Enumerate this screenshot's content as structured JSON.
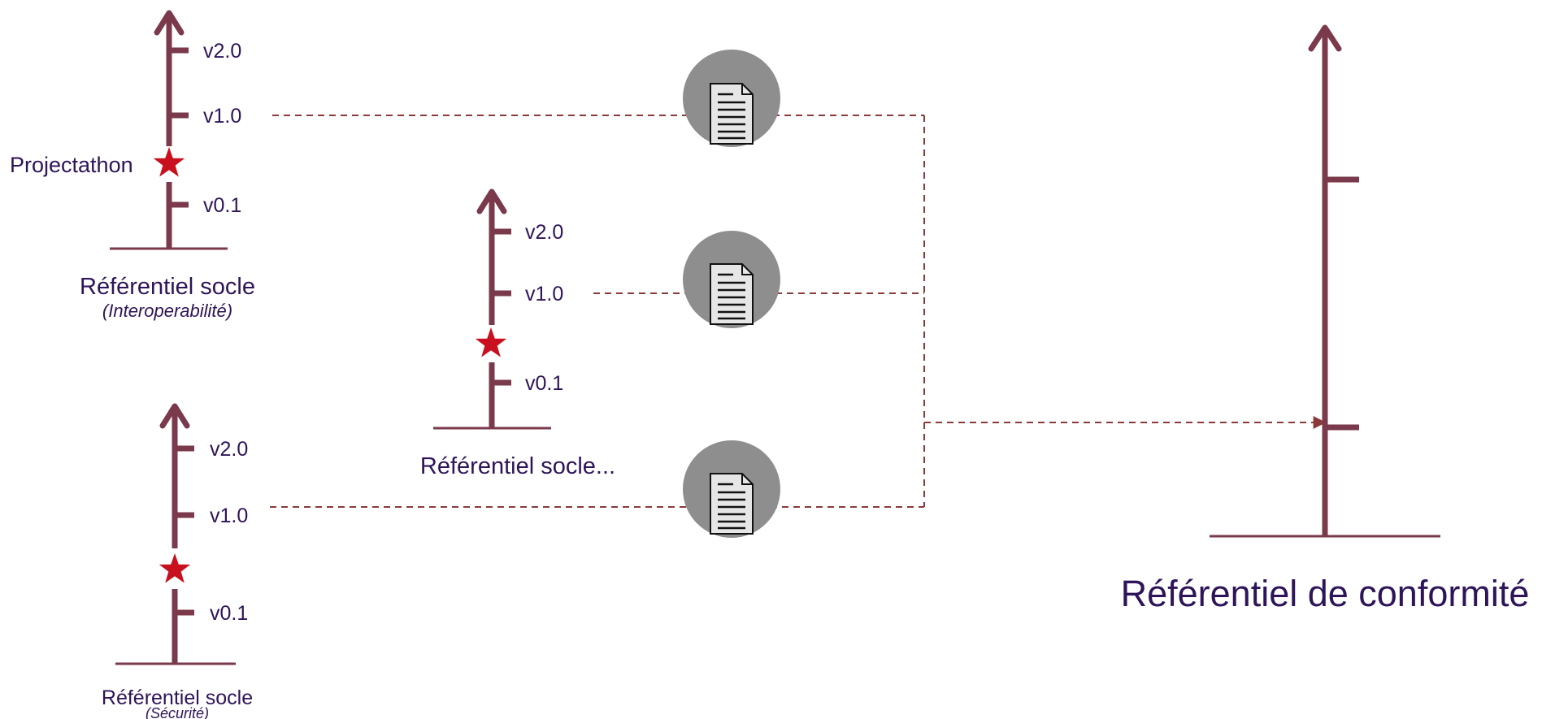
{
  "colors": {
    "axis": "#7a3a4b",
    "connector": "#8b3a3a",
    "star": "#c8101e",
    "text": "#2e1458",
    "doc_circle": "#8e8e8e"
  },
  "icons": {
    "star": "star-icon",
    "document": "document-icon",
    "arrow": "arrow-up-icon"
  },
  "timelines": [
    {
      "name": "interop",
      "versions": [
        "v2.0",
        "v1.0",
        "v0.1"
      ],
      "star_label": "Projectathon",
      "title": "Référentiel socle",
      "subtitle": "(Interoperabilité)"
    },
    {
      "name": "generic",
      "versions": [
        "v2.0",
        "v1.0",
        "v0.1"
      ],
      "star_label": "",
      "title": "Référentiel socle...",
      "subtitle": ""
    },
    {
      "name": "security",
      "versions": [
        "v2.0",
        "v1.0",
        "v0.1"
      ],
      "star_label": "",
      "title": "Référentiel socle",
      "subtitle": "(Sécurité)"
    }
  ],
  "target": {
    "title": "Référentiel de conformité"
  }
}
